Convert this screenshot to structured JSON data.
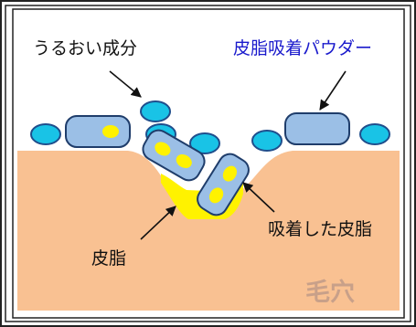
{
  "labels": {
    "moisture_ingredient": "うるおい成分",
    "sebum_absorbing_powder": "皮脂吸着パウダー",
    "absorbed_sebum": "吸着した皮脂",
    "sebum": "皮脂",
    "pore": "毛穴"
  },
  "colors": {
    "skin": "#f9c192",
    "sebum": "#fff200",
    "moisture_droplet": "#19c3e6",
    "moisture_droplet_stroke": "#1f4e8c",
    "powder_capsule": "#9bbfe6",
    "powder_capsule_stroke": "#1f3d6b",
    "powder_label": "#1a1acc",
    "pore_label": "#c8a089",
    "frame": "#222222"
  }
}
